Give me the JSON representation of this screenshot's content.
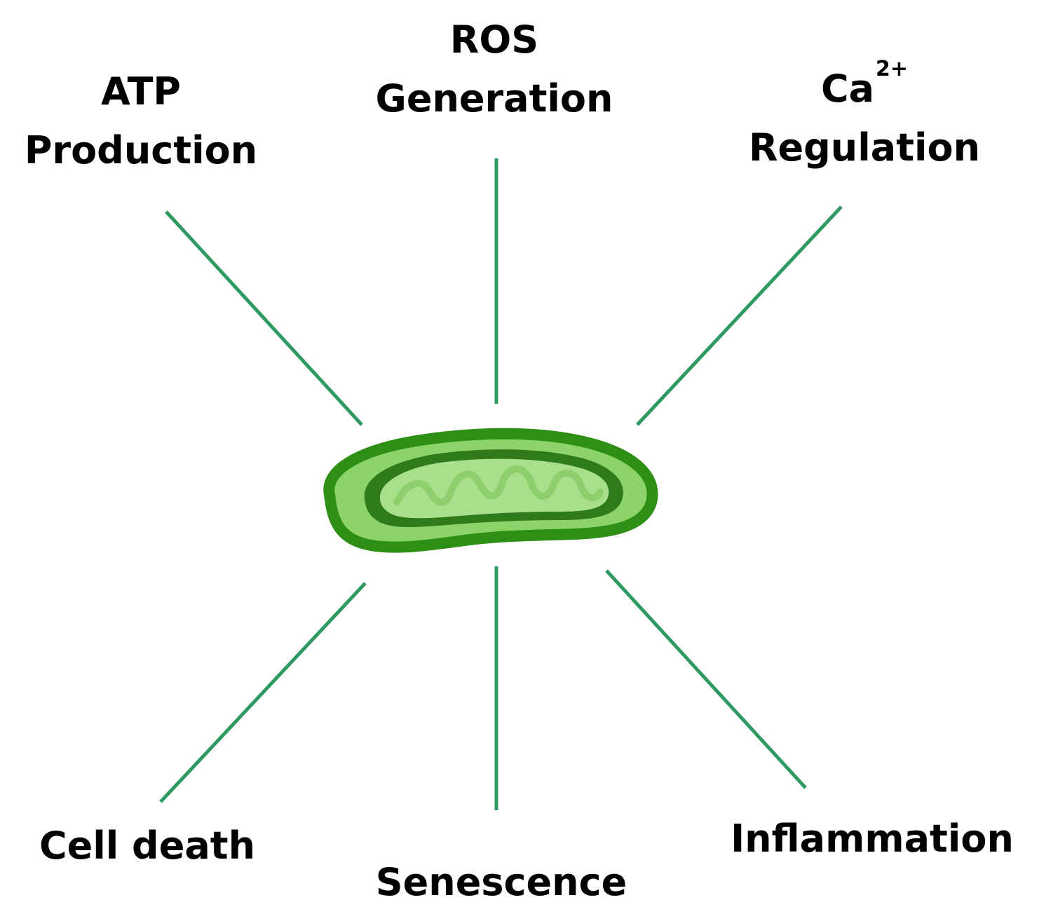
{
  "colors": {
    "connector": "#2e9a62",
    "mito_outer": "#2e8f16",
    "mito_outer_fill": "#8cd46a",
    "mito_inner_edge": "#2f7a1a",
    "mito_matrix": "#a8df8a",
    "cristae": "#8ccf6c",
    "text": "#000000"
  },
  "labels": {
    "atp": {
      "line1": "ATP",
      "line2": "Production"
    },
    "ros": {
      "line1": "ROS",
      "line2": "Generation"
    },
    "ca": {
      "base": "Ca",
      "superscript": "2+",
      "line2": "Regulation"
    },
    "cell_death": "Cell death",
    "senescence": "Senescence",
    "inflammation": "Inflammation"
  },
  "center_icon": "mitochondrion-icon"
}
